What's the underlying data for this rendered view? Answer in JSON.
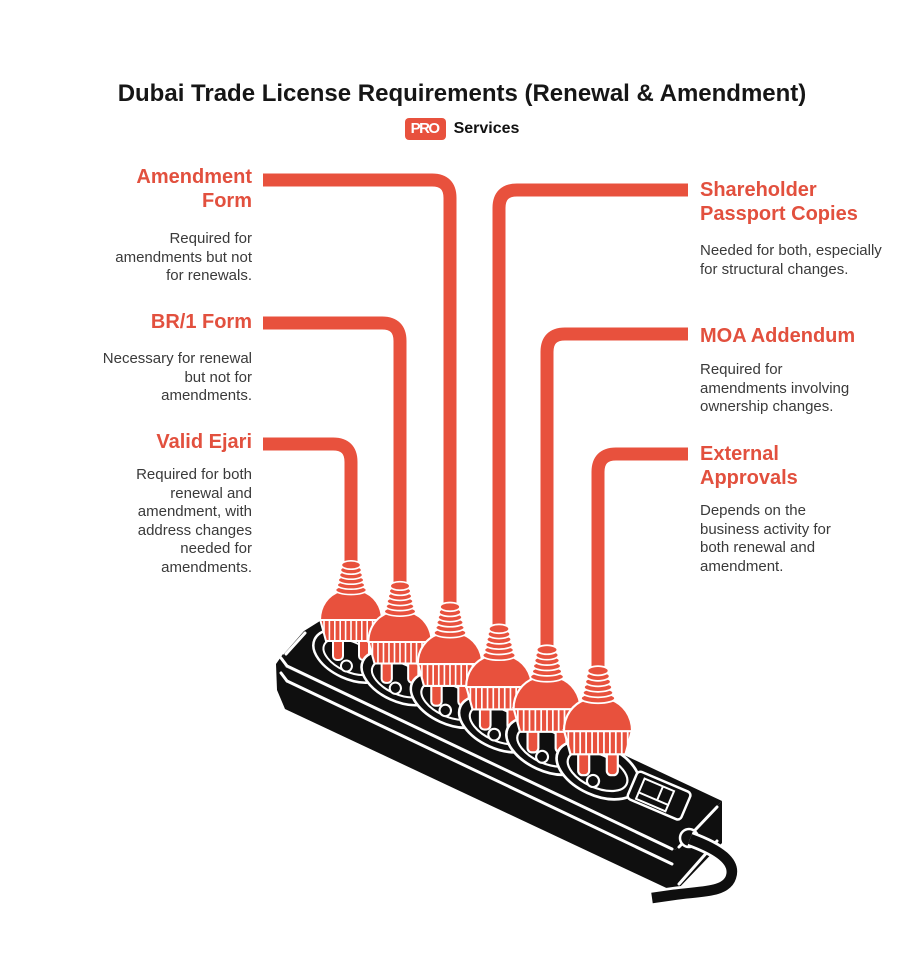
{
  "title": "Dubai Trade License Requirements (Renewal & Amendment)",
  "brand": {
    "badge": "PRO",
    "name": "Services"
  },
  "colors": {
    "accent_red": "#E8513D",
    "heading_red": "#E2503E",
    "ink": "#161616",
    "body_text": "#3A3A3A",
    "strip_black": "#0F0F0F"
  },
  "illustration": {
    "name": "power-strip-with-six-plugs",
    "plug_count": 6
  },
  "items": {
    "left": [
      {
        "heading": "Amendment Form",
        "description": "Required for amendments but not for renewals."
      },
      {
        "heading": "BR/1 Form",
        "description": "Necessary for renewal but not for amendments."
      },
      {
        "heading": "Valid Ejari",
        "description": "Required for both renewal and amendment, with address changes needed for amendments."
      }
    ],
    "right": [
      {
        "heading": "Shareholder Passport Copies",
        "description": "Needed for both, especially for structural changes."
      },
      {
        "heading": "MOA Addendum",
        "description": "Required for amendments involving ownership changes."
      },
      {
        "heading": "External Approvals",
        "description": "Depends on the business activity for both renewal and amendment."
      }
    ]
  }
}
